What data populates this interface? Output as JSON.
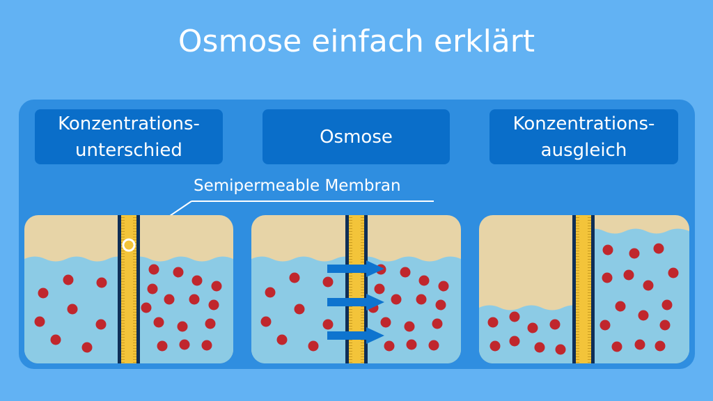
{
  "title": "Osmose einfach erklärt",
  "stages": [
    {
      "label": "Konzentrations-\nunterschied"
    },
    {
      "label": "Osmose"
    },
    {
      "label": "Konzentrations-\nausgleich"
    }
  ],
  "annotation": "Semipermeable Membran",
  "colors": {
    "background": "#62b2f3",
    "panel": "#2f8ee0",
    "label_box": "#0a6ec9",
    "solvent_top": "#e7d4a7",
    "water": "#8ccbe5",
    "particle": "#c0272d",
    "membrane": "#f3c43a",
    "membrane_edge": "#0e2e57",
    "arrow": "#0e74cf"
  },
  "icons": {
    "arrow": "arrow-right-icon",
    "particle": "solute-particle"
  }
}
